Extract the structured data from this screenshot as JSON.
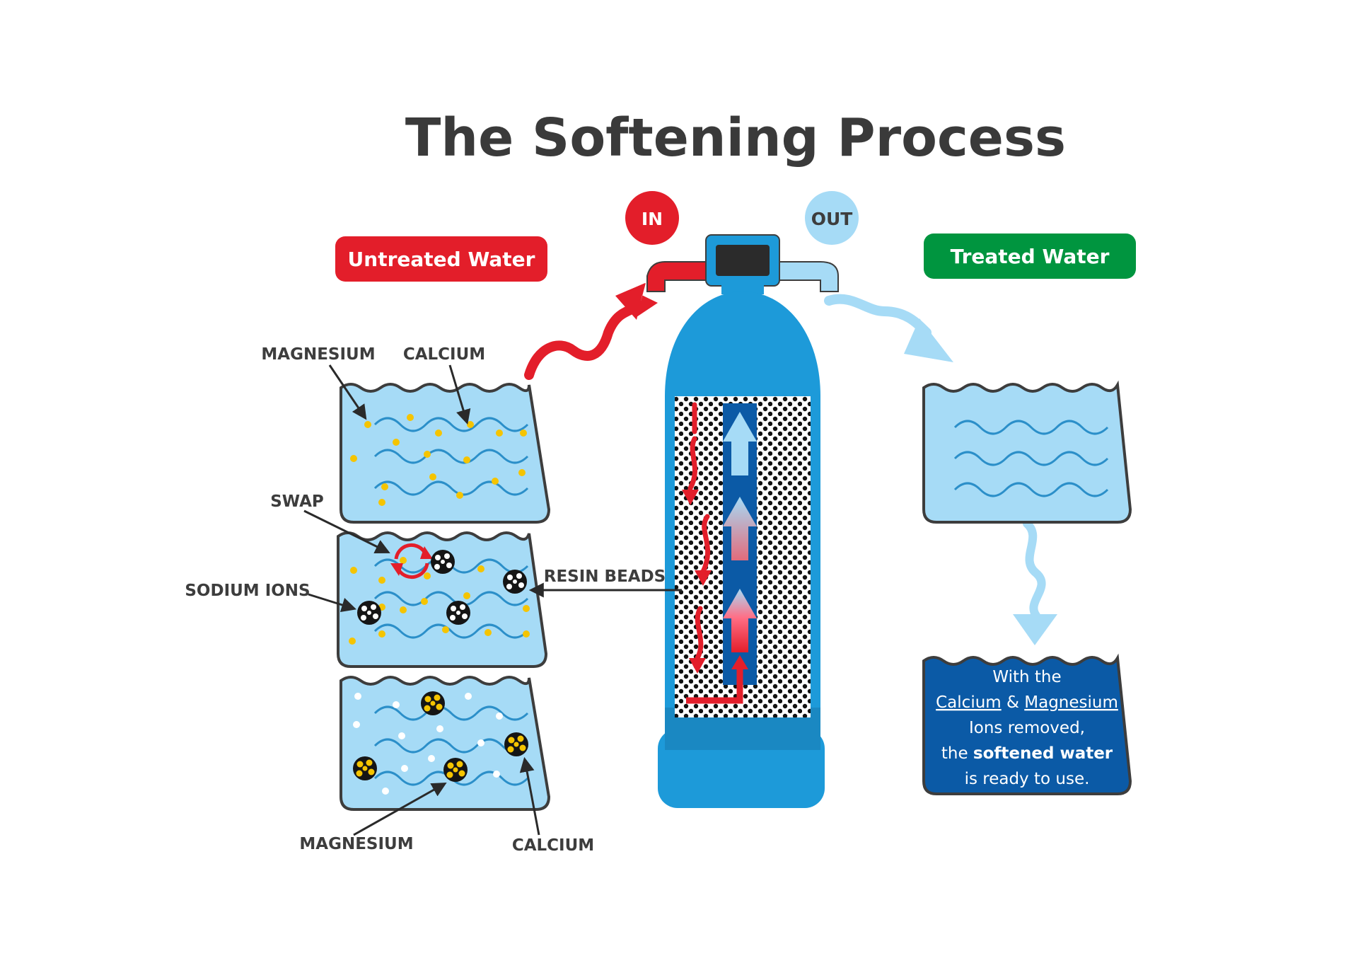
{
  "title": "The Softening Process",
  "badges": {
    "in": "IN",
    "out": "OUT"
  },
  "pills": {
    "untreated": "Untreated Water",
    "treated": "Treated Water"
  },
  "labels": {
    "magnesium_top": "MAGNESIUM",
    "calcium_top": "CALCIUM",
    "swap": "SWAP",
    "sodium_ions": "SODIUM IONS",
    "resin_beads": "RESIN BEADS",
    "magnesium_bottom": "MAGNESIUM",
    "calcium_bottom": "CALCIUM"
  },
  "result_note": {
    "line1": "With the",
    "calcium": "Calcium",
    "amp": " & ",
    "magnesium": "Magnesium",
    "line3": "Ions removed,",
    "line4_pre": "the ",
    "line4_bold": "softened water",
    "line5": "is ready to use."
  },
  "colors": {
    "red": "#e31e2a",
    "green": "#00953f",
    "light_blue": "#a6dbf6",
    "tank_blue": "#1d9ad9",
    "dark_blue": "#0b5aa6",
    "ion_yellow": "#f5c400",
    "outline": "#3d3d3d"
  }
}
